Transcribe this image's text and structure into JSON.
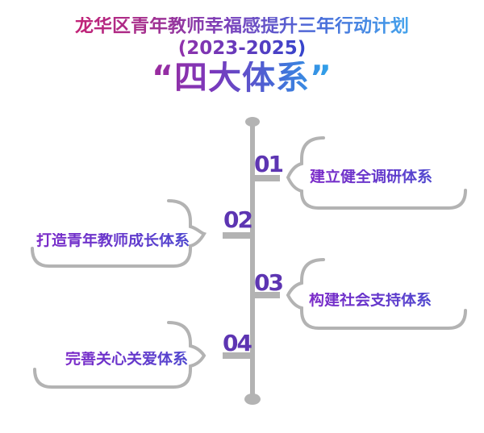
{
  "header": {
    "title": "龙华区青年教师幸福感提升三年行动计划",
    "subtitle": "(2023-2025)",
    "headline": "“四大体系”"
  },
  "timeline": {
    "items": [
      {
        "number": "01",
        "label": "建立健全调研体系",
        "side": "right"
      },
      {
        "number": "02",
        "label": "打造青年教师成长体系",
        "side": "left"
      },
      {
        "number": "03",
        "label": "构建社会支持体系",
        "side": "right"
      },
      {
        "number": "04",
        "label": "完善关心关爱体系",
        "side": "left"
      }
    ]
  },
  "colors": {
    "background": "#ffffff",
    "timeline_gray": "#b3b3b3",
    "number_purple": "#5d35b2",
    "title_gradient_start": "#c32377",
    "title_gradient_end": "#45a4ec",
    "subtitle_gradient_start": "#9231ab",
    "subtitle_gradient_end": "#3445cd",
    "headline_gradient_start": "#9c2b9d",
    "headline_gradient_end": "#2fa5ea",
    "label_gradient_start": "#7d2cc9",
    "label_gradient_end": "#4f48cf"
  }
}
